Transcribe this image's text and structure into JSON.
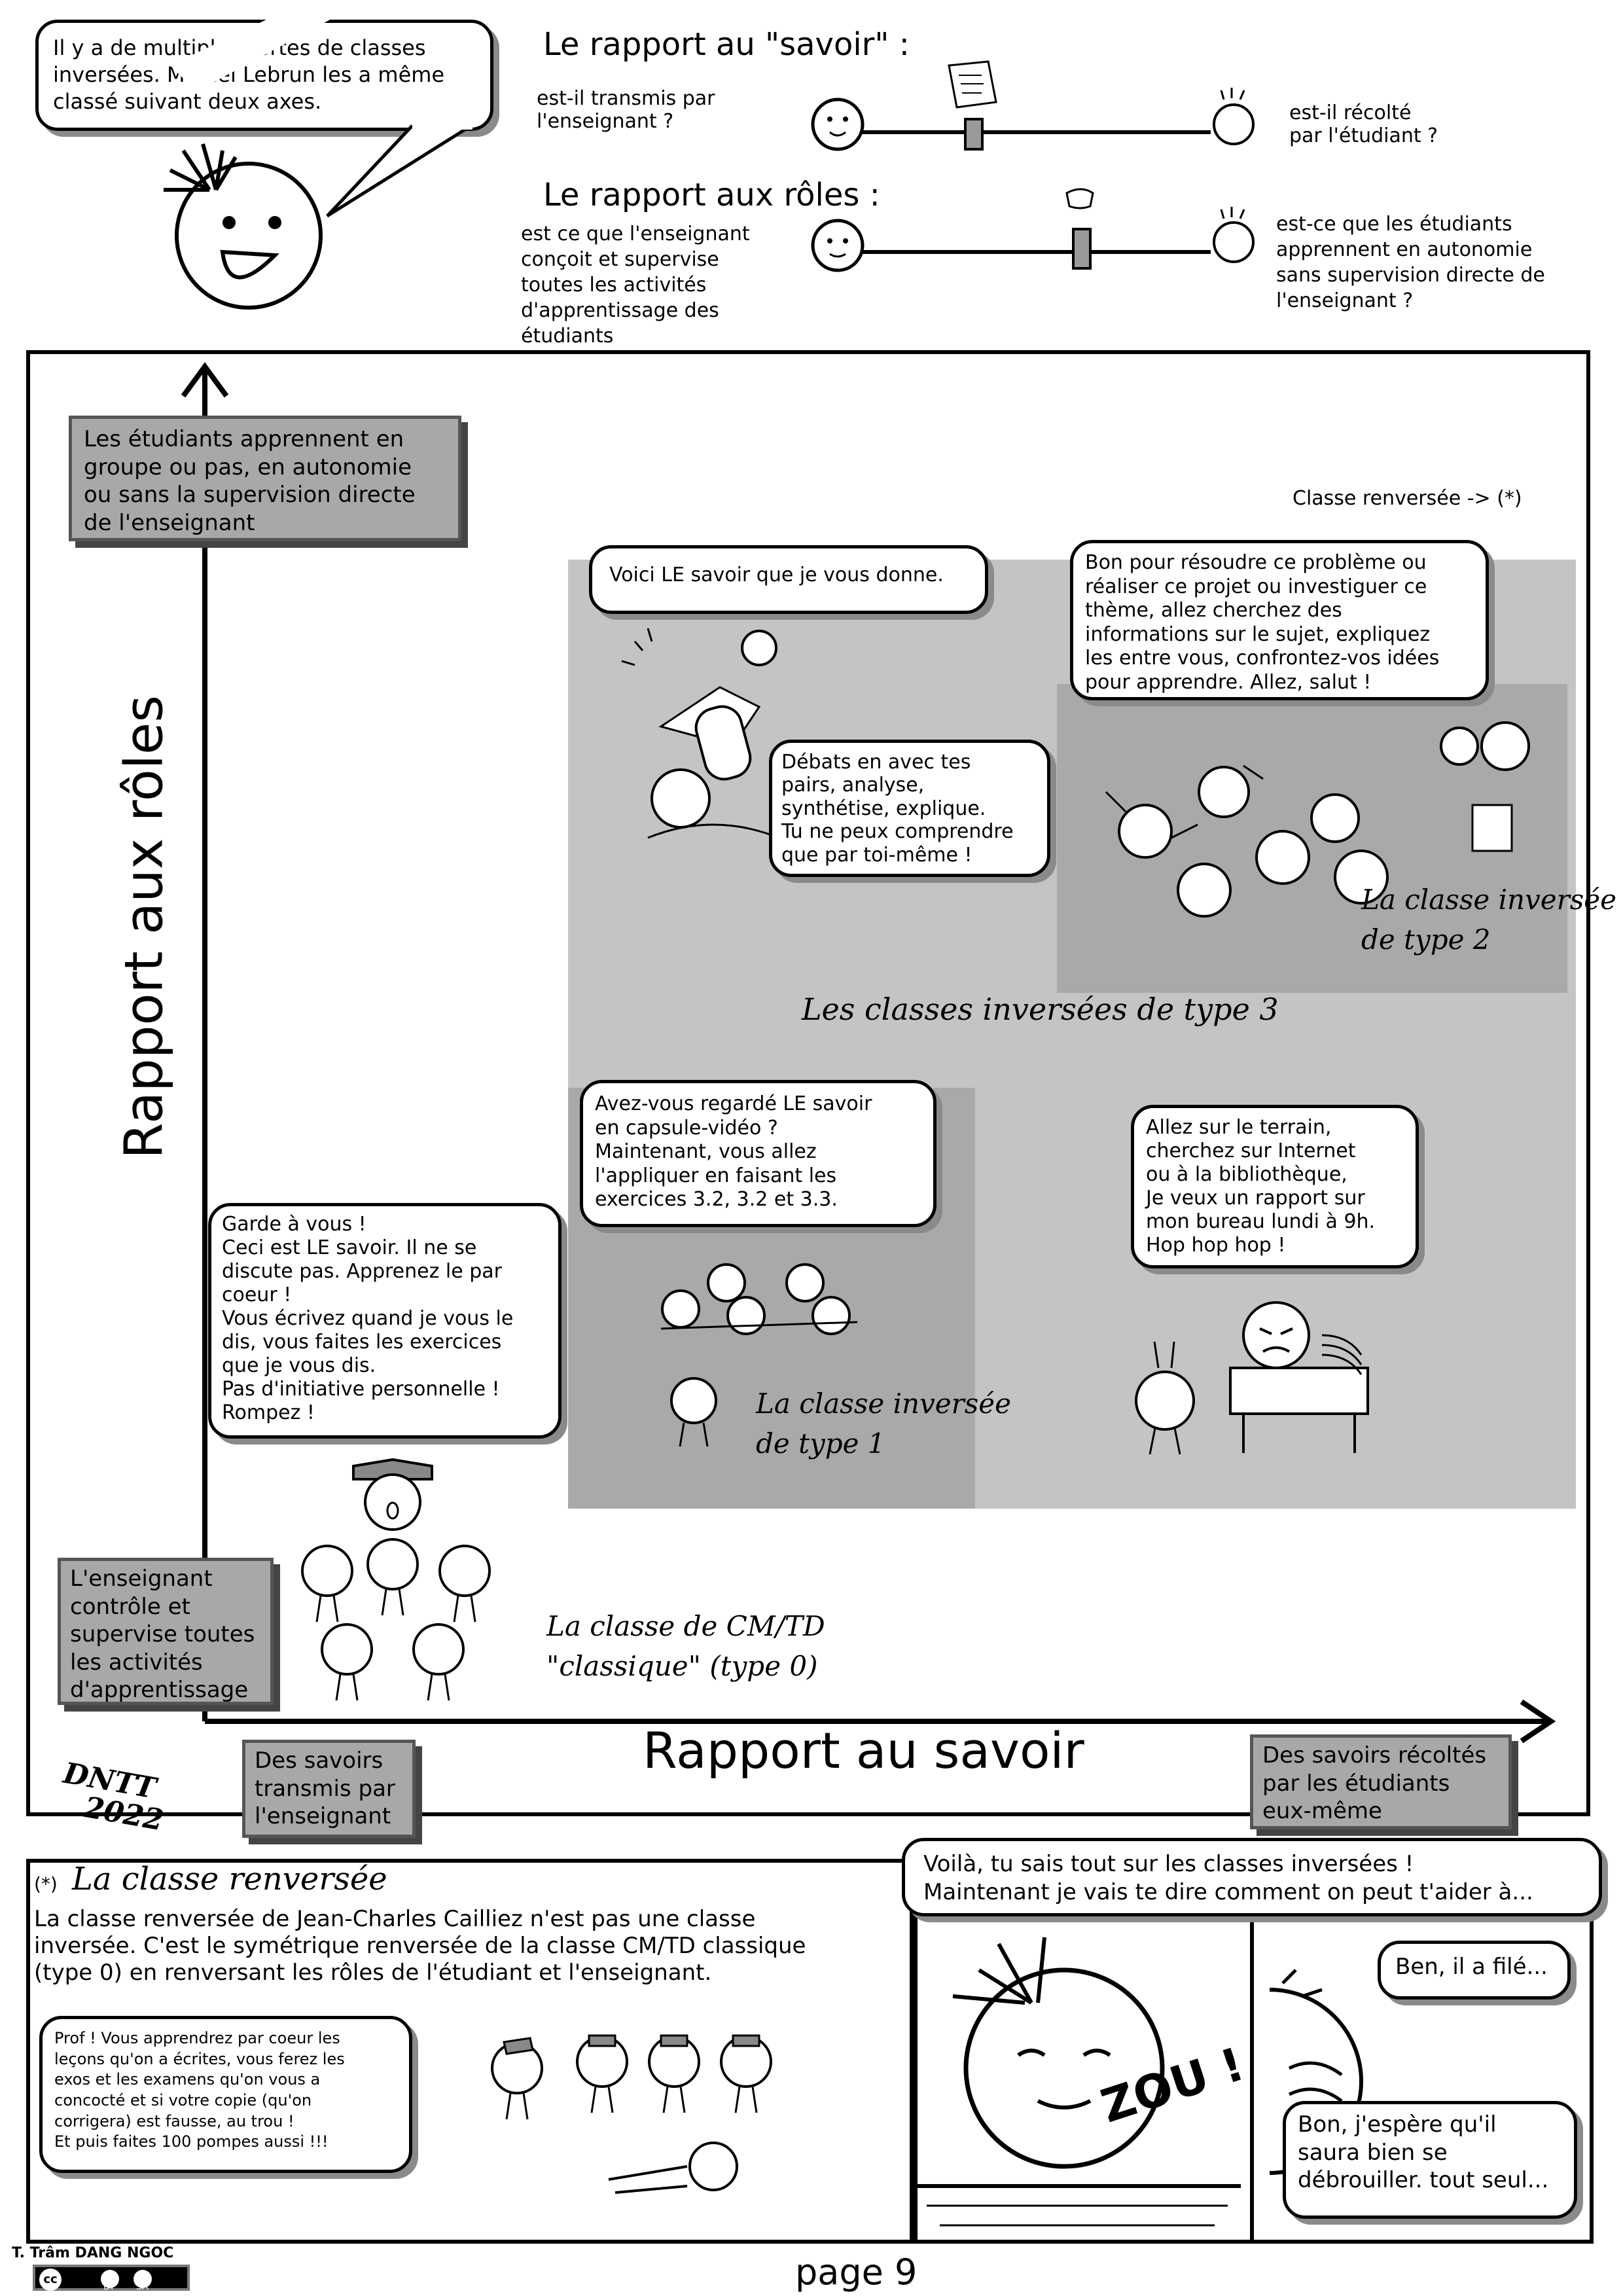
{
  "header": {
    "narrator_bubble": [
      "Il y a de multiples sortes de classes",
      "inversées. Marcel Lebrun les a même",
      "classé suivant deux axes."
    ],
    "savoir_title": "Le rapport au \"savoir\" :",
    "savoir_left": [
      "est-il transmis par",
      "l'enseignant ?"
    ],
    "savoir_right": [
      "est-il récolté",
      "par l'étudiant ?"
    ],
    "roles_title": "Le rapport aux rôles :",
    "roles_left": [
      "est ce que l'enseignant",
      "conçoit et supervise",
      "toutes les activités",
      "d'apprentissage des",
      "étudiants"
    ],
    "roles_right": [
      "est-ce que les étudiants",
      "apprennent en autonomie",
      "sans supervision directe de",
      "l'enseignant ?"
    ]
  },
  "chart": {
    "y_axis_label": "Rapport aux rôles",
    "x_axis_label": "Rapport au savoir",
    "y_top_box": [
      "Les étudiants apprennent en",
      "groupe ou pas, en autonomie",
      "ou sans la supervision directe",
      "de l'enseignant"
    ],
    "y_bottom_box": [
      "L'enseignant",
      "contrôle et",
      "supervise toutes",
      "les activités",
      "d'apprentissage"
    ],
    "x_left_box": [
      "Des savoirs",
      "transmis par",
      "l'enseignant"
    ],
    "x_right_box": [
      "Des savoirs récoltés",
      "par les étudiants",
      "eux-même"
    ],
    "classe_renversee_note": "Classe renversée -> (*)",
    "type3_label": "Les classes inversées de type 3",
    "type3_bubble1": "Voici LE savoir que je vous donne.",
    "type3_bubble2": [
      "Débats en avec tes",
      "pairs, analyse,",
      "synthétise, explique.",
      "Tu ne peux comprendre",
      "que par toi-même !"
    ],
    "type2_bubble": [
      "Bon pour résoudre ce problème ou",
      "réaliser ce projet ou investiguer ce",
      "thème, allez cherchez des",
      "informations sur le sujet, expliquez",
      "les entre vous, confrontez-vos idées",
      "pour apprendre. Allez, salut !"
    ],
    "type2_label": [
      "La classe inversée",
      "de type 2"
    ],
    "type1_bubble": [
      "Avez-vous regardé LE savoir",
      "en capsule-vidéo ?",
      "Maintenant, vous allez",
      "l'appliquer en faisant les",
      "exercices 3.2, 3.2 et 3.3."
    ],
    "type1_label": [
      "La classe inversée",
      "de type 1"
    ],
    "terrain_bubble": [
      "Allez sur le terrain,",
      "cherchez sur Internet",
      "ou à la bibliothèque,",
      "Je veux un rapport sur",
      "mon bureau lundi à 9h.",
      "Hop hop hop !"
    ],
    "type0_bubble": [
      "Garde à vous !",
      "Ceci est LE savoir. Il ne se",
      "discute pas. Apprenez le par",
      "coeur !",
      "Vous écrivez quand je vous le",
      "dis, vous faites les exercices",
      "que je vous dis.",
      "Pas d'initiative personnelle !",
      "Rompez !"
    ],
    "type0_label": [
      "La classe de CM/TD",
      "\"classique\" (type 0)"
    ],
    "signature": [
      "DNTT",
      "2022"
    ]
  },
  "bottom_left": {
    "star": "(*)",
    "title": "La classe renversée",
    "text": [
      "La classe renversée de Jean-Charles Cailliez n'est pas une classe",
      "inversée. C'est le symétrique renversée de la classe CM/TD classique",
      "(type 0)  en renversant les rôles de l'étudiant et l'enseignant."
    ],
    "bubble": [
      "Prof ! Vous apprendrez par coeur les",
      "leçons qu'on a écrites, vous ferez les",
      "exos et les examens qu'on vous a",
      "concocté et si votre copie (qu'on",
      "corrigera) est fausse, au trou !",
      "Et puis faites 100 pompes aussi !!!"
    ]
  },
  "bottom_right": {
    "top_bubble": [
      "Voilà, tu sais tout sur les classes inversées !",
      "Maintenant je vais te dire comment on peut t'aider à..."
    ],
    "zou": "ZOU !",
    "bubble_a": "Ben, il a filé...",
    "bubble_b": [
      "Bon, j'espère qu'il",
      "saura bien se",
      "débrouiller. tout seul..."
    ]
  },
  "footer": {
    "author": "T. Trâm DANG NGOC",
    "license_cc": "cc",
    "license_by": "BY",
    "license_sa": "SA",
    "page": "page 9"
  }
}
